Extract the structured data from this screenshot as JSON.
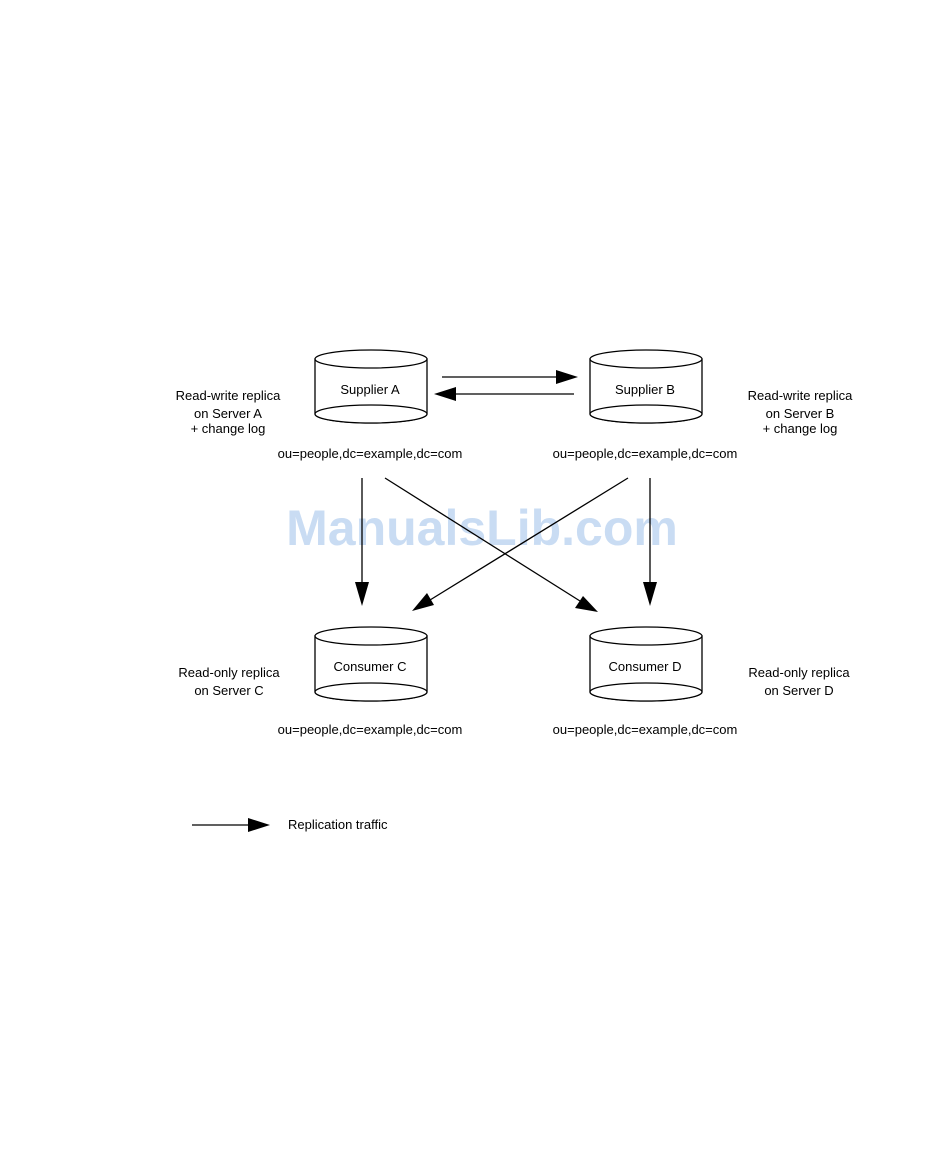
{
  "watermark": "ManualsLib.com",
  "nodes": {
    "supplier_a": {
      "name": "Supplier A",
      "role": [
        "Read-write replica",
        "on Server A",
        "+ change log"
      ],
      "suffix": "ou=people,dc=example,dc=com"
    },
    "supplier_b": {
      "name": "Supplier B",
      "role": [
        "Read-write replica",
        "on Server B",
        "+ change log"
      ],
      "suffix": "ou=people,dc=example,dc=com"
    },
    "consumer_c": {
      "name": "Consumer C",
      "role": [
        "Read-only replica",
        "on Server C"
      ],
      "suffix": "ou=people,dc=example,dc=com"
    },
    "consumer_d": {
      "name": "Consumer D",
      "role": [
        "Read-only replica",
        "on Server D"
      ],
      "suffix": "ou=people,dc=example,dc=com"
    }
  },
  "edges": [
    {
      "from": "supplier_a",
      "to": "supplier_b"
    },
    {
      "from": "supplier_b",
      "to": "supplier_a"
    },
    {
      "from": "supplier_a",
      "to": "consumer_c"
    },
    {
      "from": "supplier_a",
      "to": "consumer_d"
    },
    {
      "from": "supplier_b",
      "to": "consumer_c"
    },
    {
      "from": "supplier_b",
      "to": "consumer_d"
    }
  ],
  "legend": {
    "label": "Replication traffic"
  }
}
